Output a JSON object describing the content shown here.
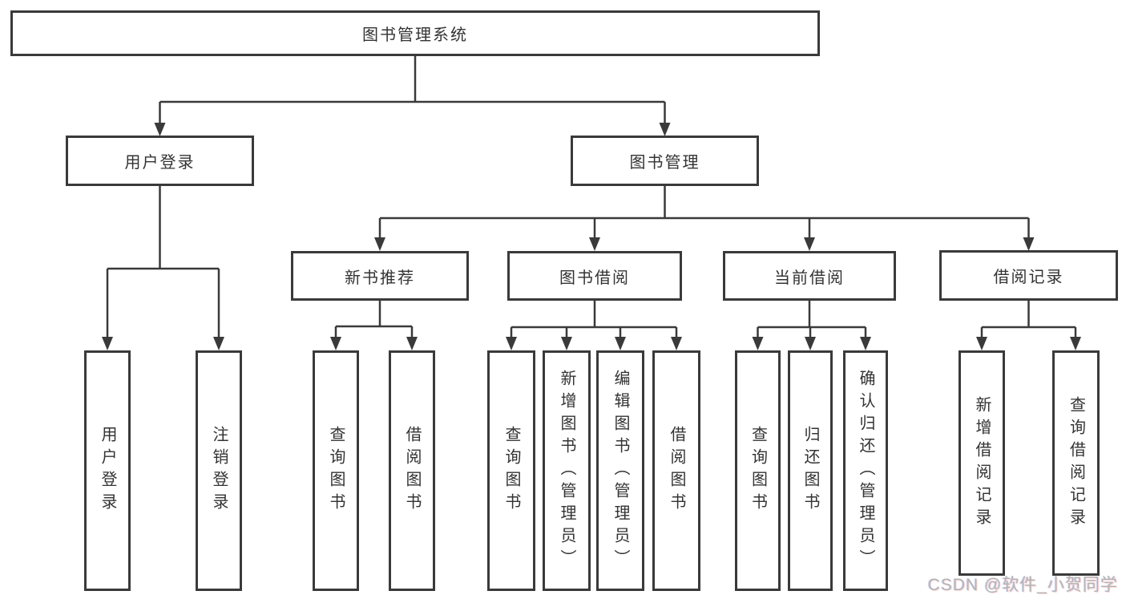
{
  "diagram_title": {
    "label": "图书管理系统"
  },
  "branches": {
    "user_login": {
      "label": "用户登录"
    },
    "book_management": {
      "label": "图书管理"
    }
  },
  "modules": {
    "new_book_recommend": {
      "label": "新书推荐"
    },
    "book_borrowing": {
      "label": "图书借阅"
    },
    "current_borrowing": {
      "label": "当前借阅"
    },
    "borrowing_records": {
      "label": "借阅记录"
    }
  },
  "functions": {
    "user_login": {
      "label": "用户登录"
    },
    "logout": {
      "label": "注销登录"
    },
    "query_books_recommend": {
      "label": "查询图书"
    },
    "borrow_books_recommend": {
      "label": "借阅图书"
    },
    "query_books_borrowing": {
      "label": "查询图书"
    },
    "add_books_admin": {
      "label": "新增图书（管理员）"
    },
    "edit_books_admin": {
      "label": "编辑图书（管理员）"
    },
    "borrow_books_borrowing": {
      "label": "借阅图书"
    },
    "query_books_current": {
      "label": "查询图书"
    },
    "return_books": {
      "label": "归还图书"
    },
    "confirm_return_admin": {
      "label": "确认归还（管理员）"
    },
    "add_borrow_record": {
      "label": "新增借阅记录"
    },
    "query_borrow_record": {
      "label": "查询借阅记录"
    }
  },
  "watermark": {
    "text": "CSDN @软件_小贺同学"
  },
  "colors": {
    "line": "#3a3a3a",
    "text": "#333333",
    "background": "#ffffff",
    "watermark": "#b4b4b4"
  }
}
